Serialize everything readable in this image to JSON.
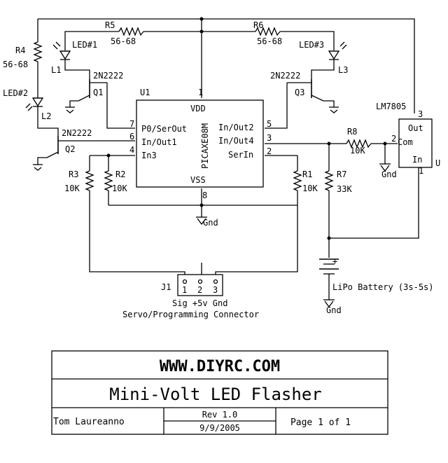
{
  "labels": {
    "r4_ref": "R4",
    "r4_val": "56-68",
    "r5_ref": "R5",
    "r5_val": "56-68",
    "r6_ref": "R6",
    "r6_val": "56-68",
    "r1_ref": "R1",
    "r1_val": "10K",
    "r2_ref": "R2",
    "r2_val": "10K",
    "r3_ref": "R3",
    "r3_val": "10K",
    "r7_ref": "R7",
    "r7_val": "33K",
    "r8_ref": "R8",
    "r8_val": "10K",
    "led1": "LED#1",
    "led2": "LED#2",
    "led3": "LED#3",
    "l1": "L1",
    "l2": "L2",
    "l3": "L3",
    "q1": "Q1",
    "q2": "Q2",
    "q3": "Q3",
    "q1_type": "2N2222",
    "q2_type": "2N2222",
    "q3_type": "2N2222",
    "u1": "U1",
    "u1_part": "PICAXE08M",
    "vdd": "VDD",
    "vss": "VSS",
    "pin_p0": "P0/SerOut",
    "pin_io1": "In/Out1",
    "pin_in3": "In3",
    "pin_io2": "In/Out2",
    "pin_io4": "In/Out4",
    "pin_serin": "SerIn",
    "n1": "1",
    "n2": "2",
    "n3": "3",
    "n4": "4",
    "n5": "5",
    "n6": "6",
    "n7": "7",
    "n8": "8",
    "reg": "LM7805",
    "reg_u": "U",
    "reg_out": "Out",
    "reg_com": "Com",
    "reg_in": "In",
    "reg_p1": "1",
    "reg_p2": "2",
    "reg_p3": "3",
    "gnd1": "Gnd",
    "gnd2": "Gnd",
    "gnd3": "Gnd",
    "battery": "LiPo Battery (3s-5s)",
    "plus": "+",
    "j1": "J1",
    "j1_p1": "1",
    "j1_p2": "2",
    "j1_p3": "3",
    "j1_pins": "Sig +5v Gnd",
    "connector": "Servo/Programming Connector"
  },
  "title_block": {
    "url": "WWW.DIYRC.COM",
    "title": "Mini-Volt LED Flasher",
    "author": "Tom Laureanno",
    "rev": "Rev 1.0",
    "date": "9/9/2005",
    "page": "Page 1 of 1"
  }
}
